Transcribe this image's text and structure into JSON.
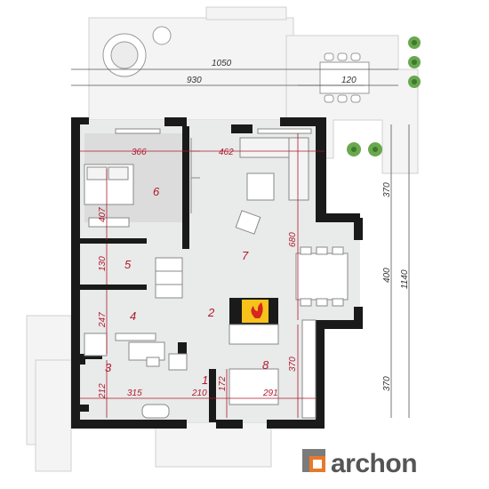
{
  "dimensions_outer": {
    "total_width": "1050",
    "partial_width": "930",
    "terrace_width": "120",
    "depth_total": "1140",
    "depth_upper": "370",
    "depth_middle": "400",
    "depth_lower": "370"
  },
  "dimensions_inner": {
    "d366": "366",
    "d462": "462",
    "d407": "407",
    "d130": "130",
    "d247": "247",
    "d680": "680",
    "d370": "370",
    "d212": "212",
    "d315": "315",
    "d210": "210",
    "d172": "172",
    "d291": "291"
  },
  "rooms": {
    "r1": "1",
    "r2": "2",
    "r3": "3",
    "r4": "4",
    "r5": "5",
    "r6": "6",
    "r7": "7",
    "r8": "8"
  },
  "logo": {
    "text": "archon"
  },
  "colors": {
    "wall": "#1a1a1a",
    "floor": "#e9eaea",
    "terrace": "#f2f2f2",
    "label": "#b0182d",
    "logo_orange": "#e8792a",
    "logo_gray": "#7b7b7b"
  }
}
